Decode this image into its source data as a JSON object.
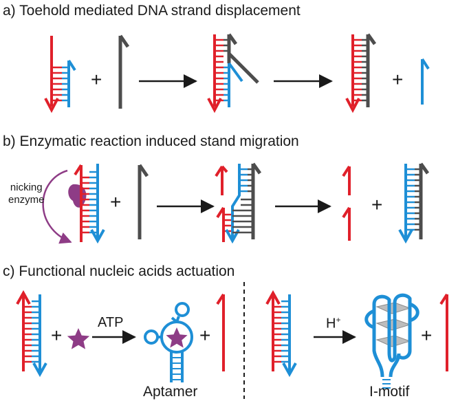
{
  "panels": {
    "a": {
      "letter": "a)",
      "title": "Toehold mediated DNA strand displacement"
    },
    "b": {
      "letter": "b)",
      "title": "Enzymatic reaction induced stand migration"
    },
    "c": {
      "letter": "c)",
      "title": "Functional nucleic acids actuation"
    }
  },
  "labels": {
    "nicking_line1": "nicking",
    "nicking_line2": "enzyme",
    "atp": "ATP",
    "h_plus": "H",
    "h_plus_sup": "+",
    "aptamer": "Aptamer",
    "imotif": "I-motif",
    "plus": "+"
  },
  "colors": {
    "red": "#e0202a",
    "blue": "#1e8fd6",
    "gray": "#4d4d4d",
    "purple": "#8e3c86",
    "arrow": "#1a1a1a"
  }
}
